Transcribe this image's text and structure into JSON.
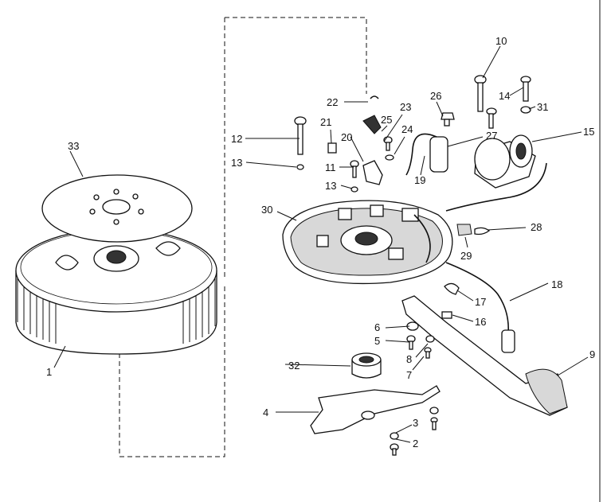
{
  "labels": {
    "p1": "1",
    "p2": "2",
    "p3": "3",
    "p4": "4",
    "p5": "5",
    "p6": "6",
    "p7": "7",
    "p8": "8",
    "p9": "9",
    "p10": "10",
    "p11": "11",
    "p12": "12",
    "p13a": "13",
    "p13b": "13",
    "p14": "14",
    "p15": "15",
    "p16": "16",
    "p17": "17",
    "p18": "18",
    "p19": "19",
    "p20": "20",
    "p21": "21",
    "p22": "22",
    "p23": "23",
    "p24": "24",
    "p25": "25",
    "p26": "26",
    "p27": "27",
    "p28": "28",
    "p29": "29",
    "p30": "30",
    "p31": "31",
    "p32": "32",
    "p33": "33"
  }
}
